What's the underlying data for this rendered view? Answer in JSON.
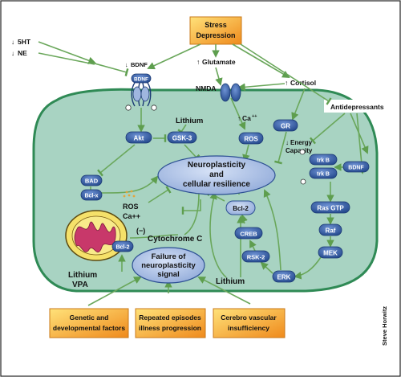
{
  "title_box": {
    "line1": "Stress",
    "line2": "Depression"
  },
  "labels": {
    "sht": "5HT",
    "ne": "NE",
    "bdnf_top": "BDNF",
    "glutamate": "Glutamate",
    "nmda": "NMDA",
    "cortisol": "Cortisol",
    "antidepressants": "Antidepressants",
    "lithium_top": "Lithium",
    "ca": "Ca",
    "ca_sup": "++",
    "energy1": "Energy",
    "energy2": "Capacity",
    "ros_ca_1": "ROS",
    "ros_ca_2": "Ca++",
    "minus": "(−)",
    "cytochrome": "Cytochrome C",
    "lithium_vpa_1": "Lithium",
    "lithium_vpa_2": "VPA",
    "lithium_bottom": "Lithium"
  },
  "pills": {
    "bdnf_receptor": "BDNF",
    "akt": "Akt",
    "gsk3": "GSK-3",
    "ros": "ROS",
    "gr": "GR",
    "bad": "BAD",
    "bcl_x": "Bcl-x",
    "bcl2_mito": "Bcl-2",
    "bcl2": "Bcl-2",
    "creb": "CREB",
    "rsk2": "RSK-2",
    "erk": "ERK",
    "trkb1": "trk B",
    "trkb2": "trk B",
    "bdnf_right": "BDNF",
    "ras": "Ras GTP",
    "raf": "Raf",
    "mek": "MEK"
  },
  "ellipses": {
    "neuro_1": "Neuroplasticity",
    "neuro_2": "and",
    "neuro_3": "cellular resilience",
    "failure_1": "Failure of",
    "failure_2": "neuroplasticity",
    "failure_3": "signal"
  },
  "bottom_boxes": [
    {
      "line1": "Genetic and",
      "line2": "developmental factors"
    },
    {
      "line1": "Repeated episodes",
      "line2": "illness progression"
    },
    {
      "line1": "Cerebro vascular",
      "line2": "insufficiency"
    }
  ],
  "credit": "Steve Horwitz",
  "colors": {
    "cell_fill": "#a9d4c2",
    "cell_stroke": "#2f8a55",
    "arrow": "#6aa75b",
    "pill": "#2e5aa2",
    "ellipse": "#a6bbe2",
    "orange_start": "#ffd25a",
    "orange_end": "#f08a1a",
    "mito": "#f4e36b",
    "mito_inner": "#c23a6a"
  }
}
